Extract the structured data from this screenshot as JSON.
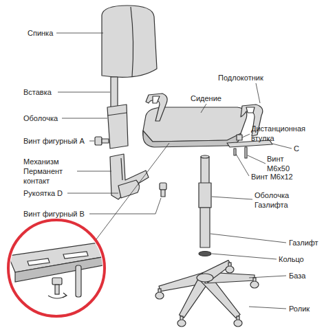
{
  "diagram": {
    "labels": [
      "Спинка",
      "Вставка",
      "Оболочка",
      "Винт фигурный A",
      "Механизм Перманент контакт",
      "Рукоятка D",
      "Винт фигурный B",
      "Подлокотник",
      "Сидение",
      "Дистанционная втулка",
      "C",
      "Винт M6x50",
      "Винт M6x12",
      "Оболочка Газлифта",
      "Газлифт",
      "Кольцо",
      "База",
      "Ролик"
    ]
  }
}
